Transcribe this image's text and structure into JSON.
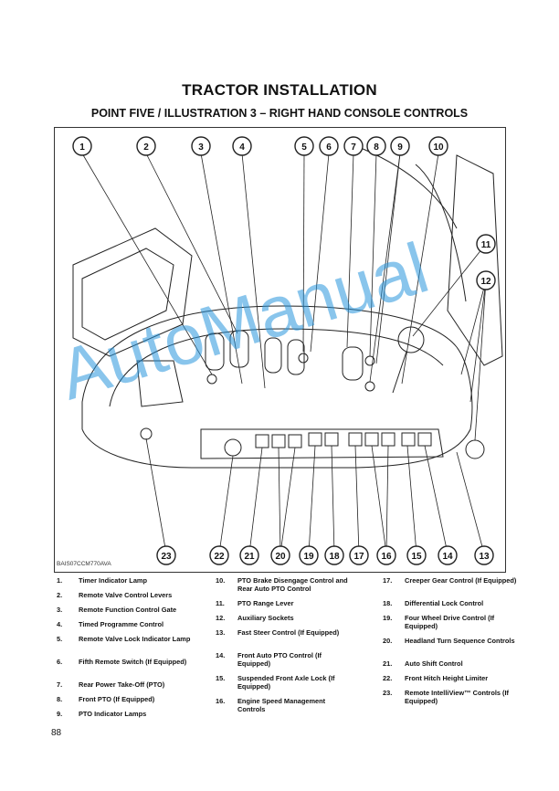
{
  "header": {
    "title": "TRACTOR INSTALLATION",
    "subtitle": "POINT FIVE / ILLUSTRATION 3 – RIGHT HAND CONSOLE CONTROLS"
  },
  "figure": {
    "code": "BAIS07CCM770AVA",
    "callouts_top": [
      "1",
      "2",
      "3",
      "4",
      "5",
      "6",
      "7",
      "8",
      "9",
      "10"
    ],
    "callouts_right": [
      "11",
      "12"
    ],
    "callouts_bottom": [
      "23",
      "22",
      "21",
      "20",
      "19",
      "18",
      "17",
      "16",
      "15",
      "14",
      "13"
    ]
  },
  "legend": {
    "items": [
      {
        "num": "1.",
        "text": "Timer Indicator Lamp"
      },
      {
        "num": "2.",
        "text": "Remote Valve Control Levers"
      },
      {
        "num": "3.",
        "text": "Remote Function Control Gate"
      },
      {
        "num": "4.",
        "text": "Timed Programme Control"
      },
      {
        "num": "5.",
        "text": "Remote Valve Lock Indicator Lamp"
      },
      {
        "num": "6.",
        "text": "Fifth Remote Switch (If Equipped)"
      },
      {
        "num": "7.",
        "text": "Rear Power Take-Off (PTO)"
      },
      {
        "num": "8.",
        "text": "Front PTO (If Equipped)"
      },
      {
        "num": "9.",
        "text": "PTO Indicator Lamps"
      },
      {
        "num": "10.",
        "text": "PTO Brake Disengage Control and Rear Auto PTO Control"
      },
      {
        "num": "11.",
        "text": "PTO Range Lever"
      },
      {
        "num": "12.",
        "text": "Auxiliary Sockets"
      },
      {
        "num": "13.",
        "text": "Fast Steer Control (If Equipped)"
      },
      {
        "num": "14.",
        "text": "Front Auto PTO Control (If Equipped)"
      },
      {
        "num": "15.",
        "text": "Suspended Front Axle Lock (If Equipped)"
      },
      {
        "num": "16.",
        "text": "Engine Speed Management Controls"
      },
      {
        "num": "17.",
        "text": "Creeper Gear Control (If Equipped)"
      },
      {
        "num": "18.",
        "text": "Differential Lock Control"
      },
      {
        "num": "19.",
        "text": "Four Wheel Drive Control (If Equipped)"
      },
      {
        "num": "20.",
        "text": "Headland Turn Sequence Controls"
      },
      {
        "num": "21.",
        "text": "Auto Shift Control"
      },
      {
        "num": "22.",
        "text": "Front Hitch Height Limiter"
      },
      {
        "num": "23.",
        "text": "Remote IntelliView™ Controls (If Equipped)"
      }
    ]
  },
  "watermark": "AutoManual",
  "page_number": "88"
}
